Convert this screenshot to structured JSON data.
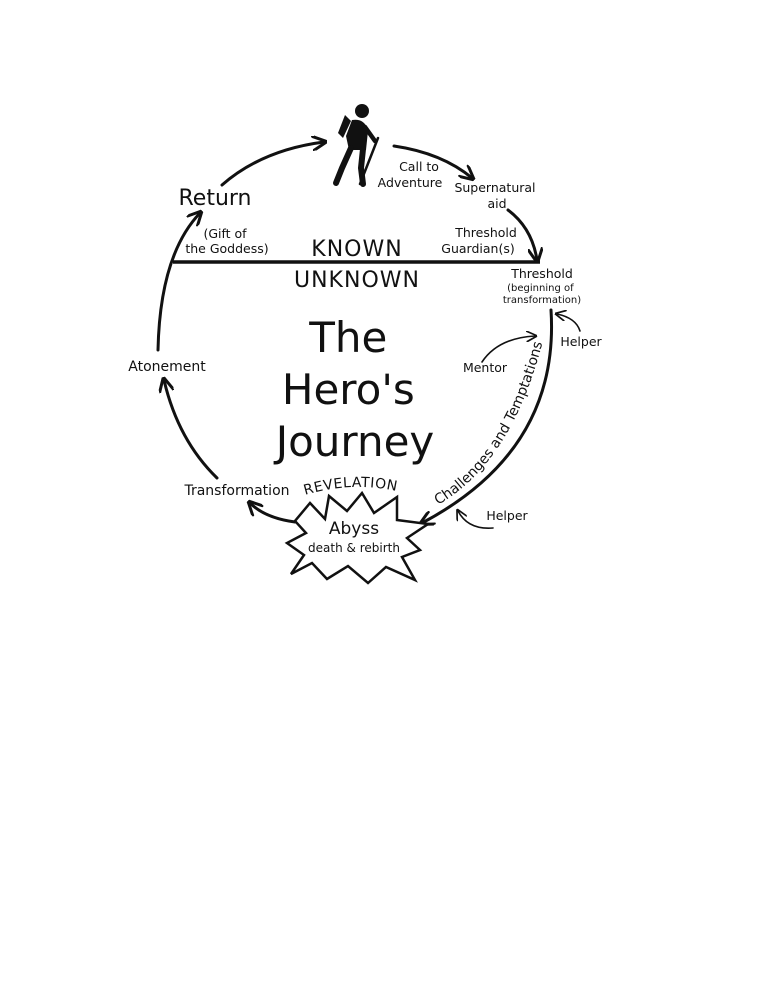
{
  "diagram": {
    "title_lines": [
      "The",
      "Hero's",
      "Journey"
    ],
    "known_label": "KNOWN",
    "unknown_label": "UNKNOWN",
    "stages": {
      "call_to_adventure": [
        "Call to",
        "Adventure"
      ],
      "supernatural_aid": [
        "Supernatural",
        "aid"
      ],
      "threshold_guardians": [
        "Threshold",
        "Guardian(s)"
      ],
      "threshold": "Threshold",
      "threshold_note": [
        "(beginning of",
        "transformation)"
      ],
      "helper_upper": "Helper",
      "mentor": "Mentor",
      "challenges": "Challenges and Temptations",
      "helper_lower": "Helper",
      "revelation": "REVELATION",
      "abyss": "Abyss",
      "abyss_note": "death & rebirth",
      "transformation": "Transformation",
      "atonement": "Atonement",
      "return": "Return",
      "return_note": [
        "(Gift of",
        "the Goddess)"
      ]
    },
    "icons": {
      "hero": "hiker-icon"
    },
    "colors": {
      "ink": "#111111",
      "background": "#ffffff"
    }
  }
}
